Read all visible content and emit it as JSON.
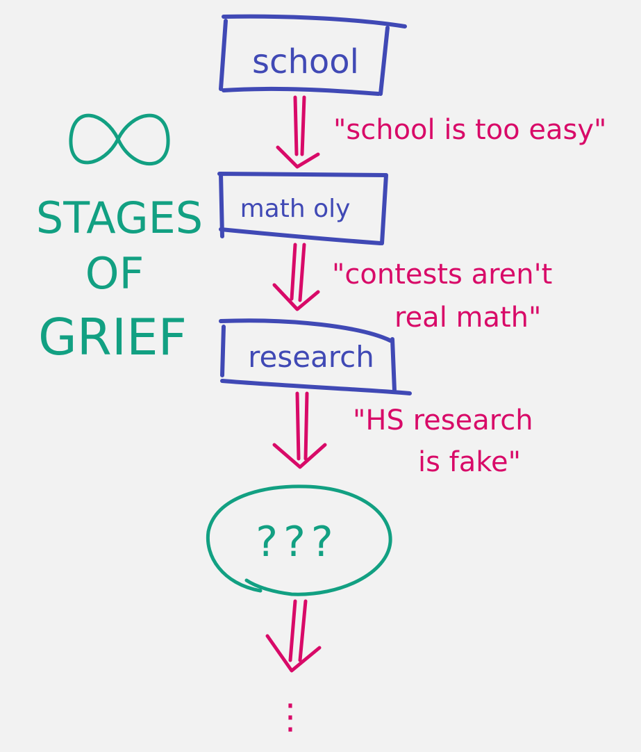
{
  "title": {
    "symbol": "∞",
    "lines": [
      "STAGES",
      "OF",
      "GRIEF"
    ]
  },
  "stages": [
    {
      "label": "school"
    },
    {
      "label": "math oly"
    },
    {
      "label": "research"
    },
    {
      "label": "???"
    }
  ],
  "quotes": [
    {
      "lines": [
        "\"school is too easy\""
      ]
    },
    {
      "lines": [
        "\"contests aren't",
        "real math\""
      ]
    },
    {
      "lines": [
        "\"HS research",
        "is fake\""
      ]
    }
  ],
  "ending": "⋮",
  "colors": {
    "box": "#4049b5",
    "arrow": "#d80a68",
    "title": "#12a082",
    "background": "#f2f2f2"
  }
}
